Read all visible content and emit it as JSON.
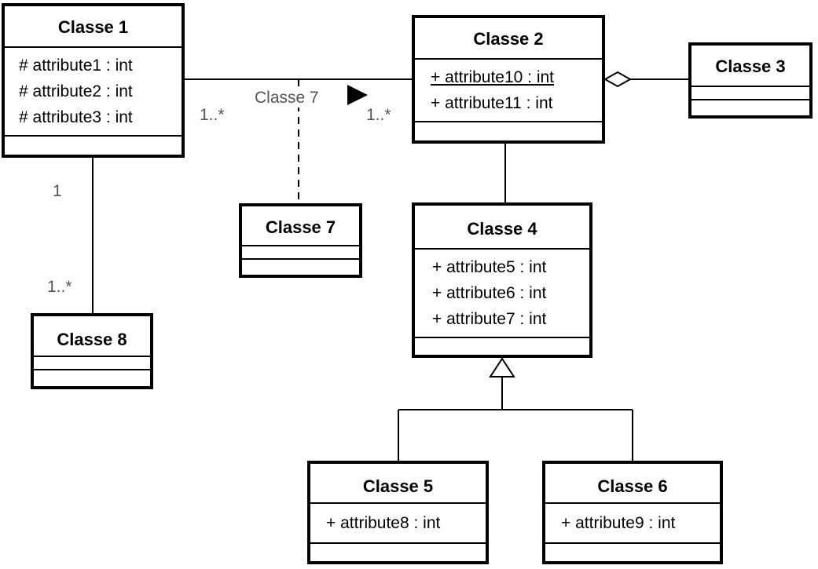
{
  "classes": {
    "classe1": {
      "name": "Classe 1",
      "attributes": [
        "# attribute1 : int",
        "# attribute2 : int",
        "# attribute3 : int"
      ]
    },
    "classe2": {
      "name": "Classe 2",
      "attributes": [
        "+ attribute10 : int",
        "+ attribute11 : int"
      ]
    },
    "classe3": {
      "name": "Classe 3"
    },
    "classe4": {
      "name": "Classe 4",
      "attributes": [
        "+ attribute5 : int",
        "+ attribute6 : int",
        "+ attribute7 : int"
      ]
    },
    "classe5": {
      "name": "Classe 5",
      "attributes": [
        "+ attribute8 : int"
      ]
    },
    "classe6": {
      "name": "Classe 6",
      "attributes": [
        "+ attribute9 : int"
      ]
    },
    "classe7": {
      "name": "Classe 7"
    },
    "classe8": {
      "name": "Classe 8"
    }
  },
  "associations": {
    "c1_c2": {
      "name": "Classe 7",
      "mult_source": "1..*",
      "mult_target": "1..*",
      "direction_icon": "filled-triangle-right-icon"
    },
    "c1_c8": {
      "mult_source": "1",
      "mult_target": "1..*"
    },
    "c2_c3": {
      "type": "aggregation",
      "icon": "hollow-diamond-icon"
    },
    "c4_children": {
      "type": "generalization",
      "icon": "hollow-triangle-up-icon"
    }
  }
}
